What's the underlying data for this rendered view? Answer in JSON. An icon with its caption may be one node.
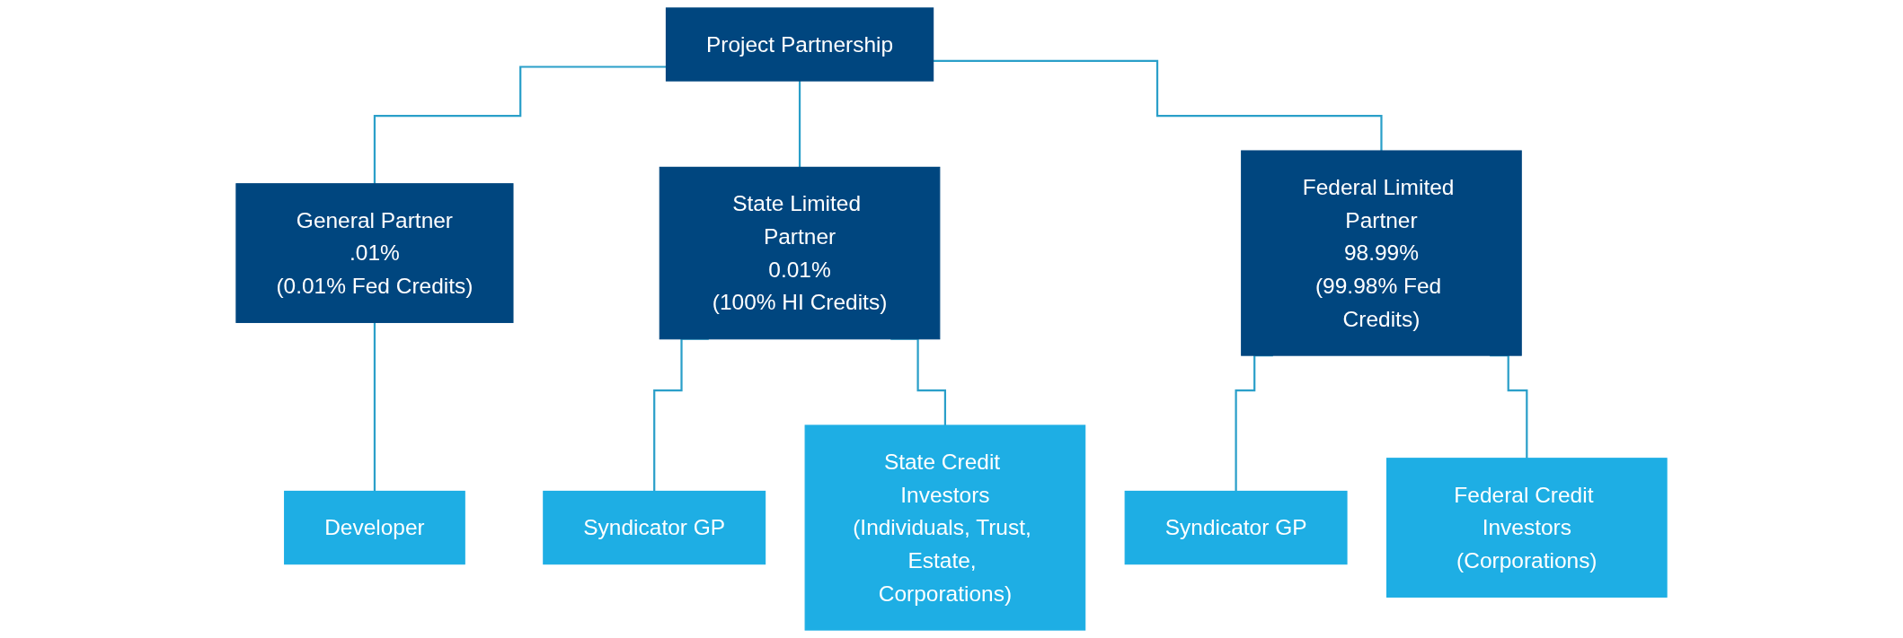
{
  "diagram": {
    "nodes": [
      {
        "text": [
          "Project Partnership"
        ]
      },
      {
        "text": [
          "General Partner",
          ".01%",
          "(0.01% Fed Credits)"
        ]
      },
      {
        "text": [
          "State Limited Partner",
          "0.01%",
          "(100% HI Credits)"
        ]
      },
      {
        "text": [
          "Federal Limited Partner",
          "98.99%",
          "(99.98% Fed Credits)"
        ]
      },
      {
        "text": [
          "Developer"
        ]
      },
      {
        "text": [
          "Syndicator GP"
        ]
      },
      {
        "text": [
          "State Credit Investors",
          "(Individuals, Trust, Estate, Corporations)"
        ]
      },
      {
        "text": [
          "Syndicator GP"
        ]
      },
      {
        "text": [
          "Federal Credit Investors",
          "(Corporations)"
        ]
      }
    ],
    "edges": [
      {
        "from": 0,
        "to": 1,
        "arrow": "none"
      },
      {
        "from": 0,
        "to": 2,
        "arrow": "none"
      },
      {
        "from": 0,
        "to": 3,
        "arrow": "none"
      },
      {
        "from": 1,
        "to": 4,
        "arrow": "none"
      },
      {
        "from": 2,
        "to": 5,
        "arrow": "none"
      },
      {
        "from": 2,
        "to": 6,
        "arrow": "none"
      },
      {
        "from": 3,
        "to": 7,
        "arrow": "none"
      },
      {
        "from": 3,
        "to": 8,
        "arrow": "none"
      }
    ]
  }
}
